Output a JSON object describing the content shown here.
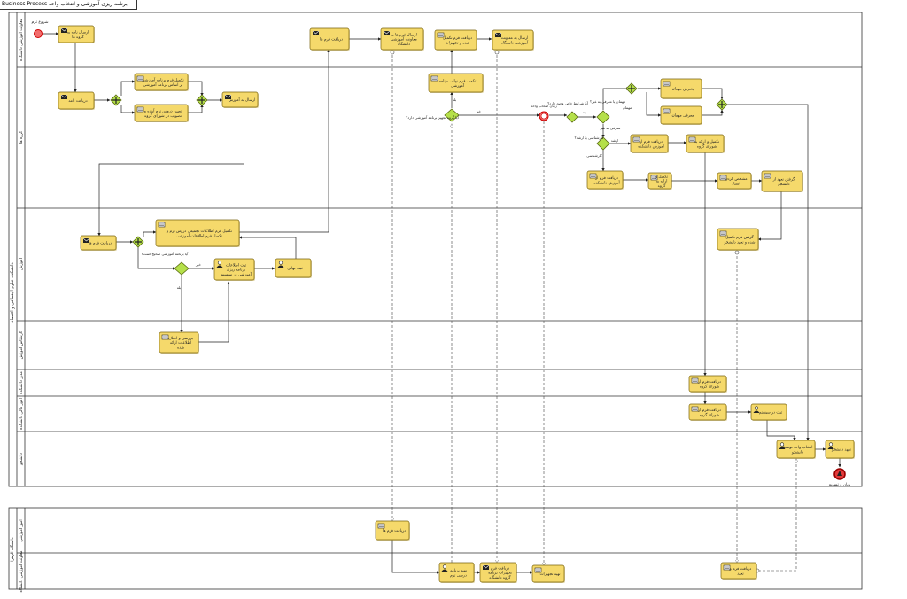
{
  "window": {
    "title": "Business Process برنامه ریزی آموزشی و انتخاب واحد"
  },
  "pool1": {
    "name": "دانشکده علوم اجتماعی و اقتصاد",
    "lanes": [
      "معاونت آموزشی دانشکده",
      "گروه ها",
      "آموزش",
      "کارشناس آموزش",
      "مدیر دانشکده",
      "امور مالی دانشکده",
      "دانشجو"
    ],
    "lane3_sub": "کارشناس آموزش"
  },
  "pool2": {
    "name": "دانشگاه الزهرا",
    "lanes": [
      "امور آموزشی",
      "معاونت آموزشی دانشگاه"
    ]
  },
  "events": {
    "start": "شروع ترم",
    "end": "پایان و تسویه",
    "timer": "زمان انتخاب واحد"
  },
  "tasks": {
    "t1": "ارسال نامه به گروه ها",
    "t2": "دریافت نامه",
    "t3": "تکمیل فرم برنامه آموزشی بر اساس برنامه آموزشی",
    "t4": "تعیین دروس ترم آینده و تصویب در شورای گروه",
    "t5": "ارسال به آموزش",
    "t6": "دریافت فرم ها",
    "t7": "تکمیل فرم اطلاعات تجمیعی دروس ترم و تکمیل فرم اطلاعات آموزشی",
    "t8": "ثبت اطلاعات برنامه ریزی آموزشی در سیستم گلستان",
    "t9": "ثبت نهایی",
    "t10": "بررسی و اصلاح اطلاعات ارائه شده",
    "t11": "دریافت فرم ها",
    "t12": "ارسال فرم ها به معاونت آموزشی دانشگاه",
    "t13": "تکمیل فرم نهایی برنامه آموزشی",
    "t14": "دریافت فرم تکمیل شده و تجهیزات",
    "t15": "ارسال به معاونت آموزشی دانشگاه",
    "t16": "پذیرش مهمان",
    "t17": "معرفی مهمان",
    "t18": "دریافت فرم از آموزش دانشکده",
    "t19": "تکمیل و ارائه به شورای گروه",
    "t20": "دریافت فرم از آموزش دانشکده",
    "t21": "تکمیل و ارائه به گروه",
    "t22": "مشخص کردن استاد",
    "t23": "گرفتن تعهد از دانشجو",
    "t24": "گرفتن فرم تکمیل شده و تعهد دانشجو",
    "t25": "دریافت فرم از شورای گروه",
    "t26": "دریافت فرم از شورای گروه",
    "t27": "ثبت در سیستم",
    "t28": "انتخاب واحد توسط دانشجو",
    "t29": "تعهد دانشجو",
    "t30": "دریافت فرم ها",
    "t31": "تهیه برنامه درسی ترم",
    "t32": "دریافت فرم تجهیزات برنامه گروه دانشگاه",
    "t33": "تهیه تجهیزات",
    "t34": "دریافت فرم و تعهد"
  },
  "labels": {
    "g_correct": "آیا برنامه آموزشی صحیح است؟",
    "no": "خیر",
    "yes": "بله",
    "g_equip": "آیا گروه تجهیز برنامه آموزشی دارد؟",
    "g_cond": "آیا شرایط خاص وجود دارد؟",
    "g_guest": "مهمان یا معرفی به غیر؟",
    "guest": "مهمان",
    "intro": "معرفی به غیر",
    "g_phd": "کارشناسی یا ارشد؟",
    "msc": "ارشد",
    "bsc": "کارشناسی"
  }
}
